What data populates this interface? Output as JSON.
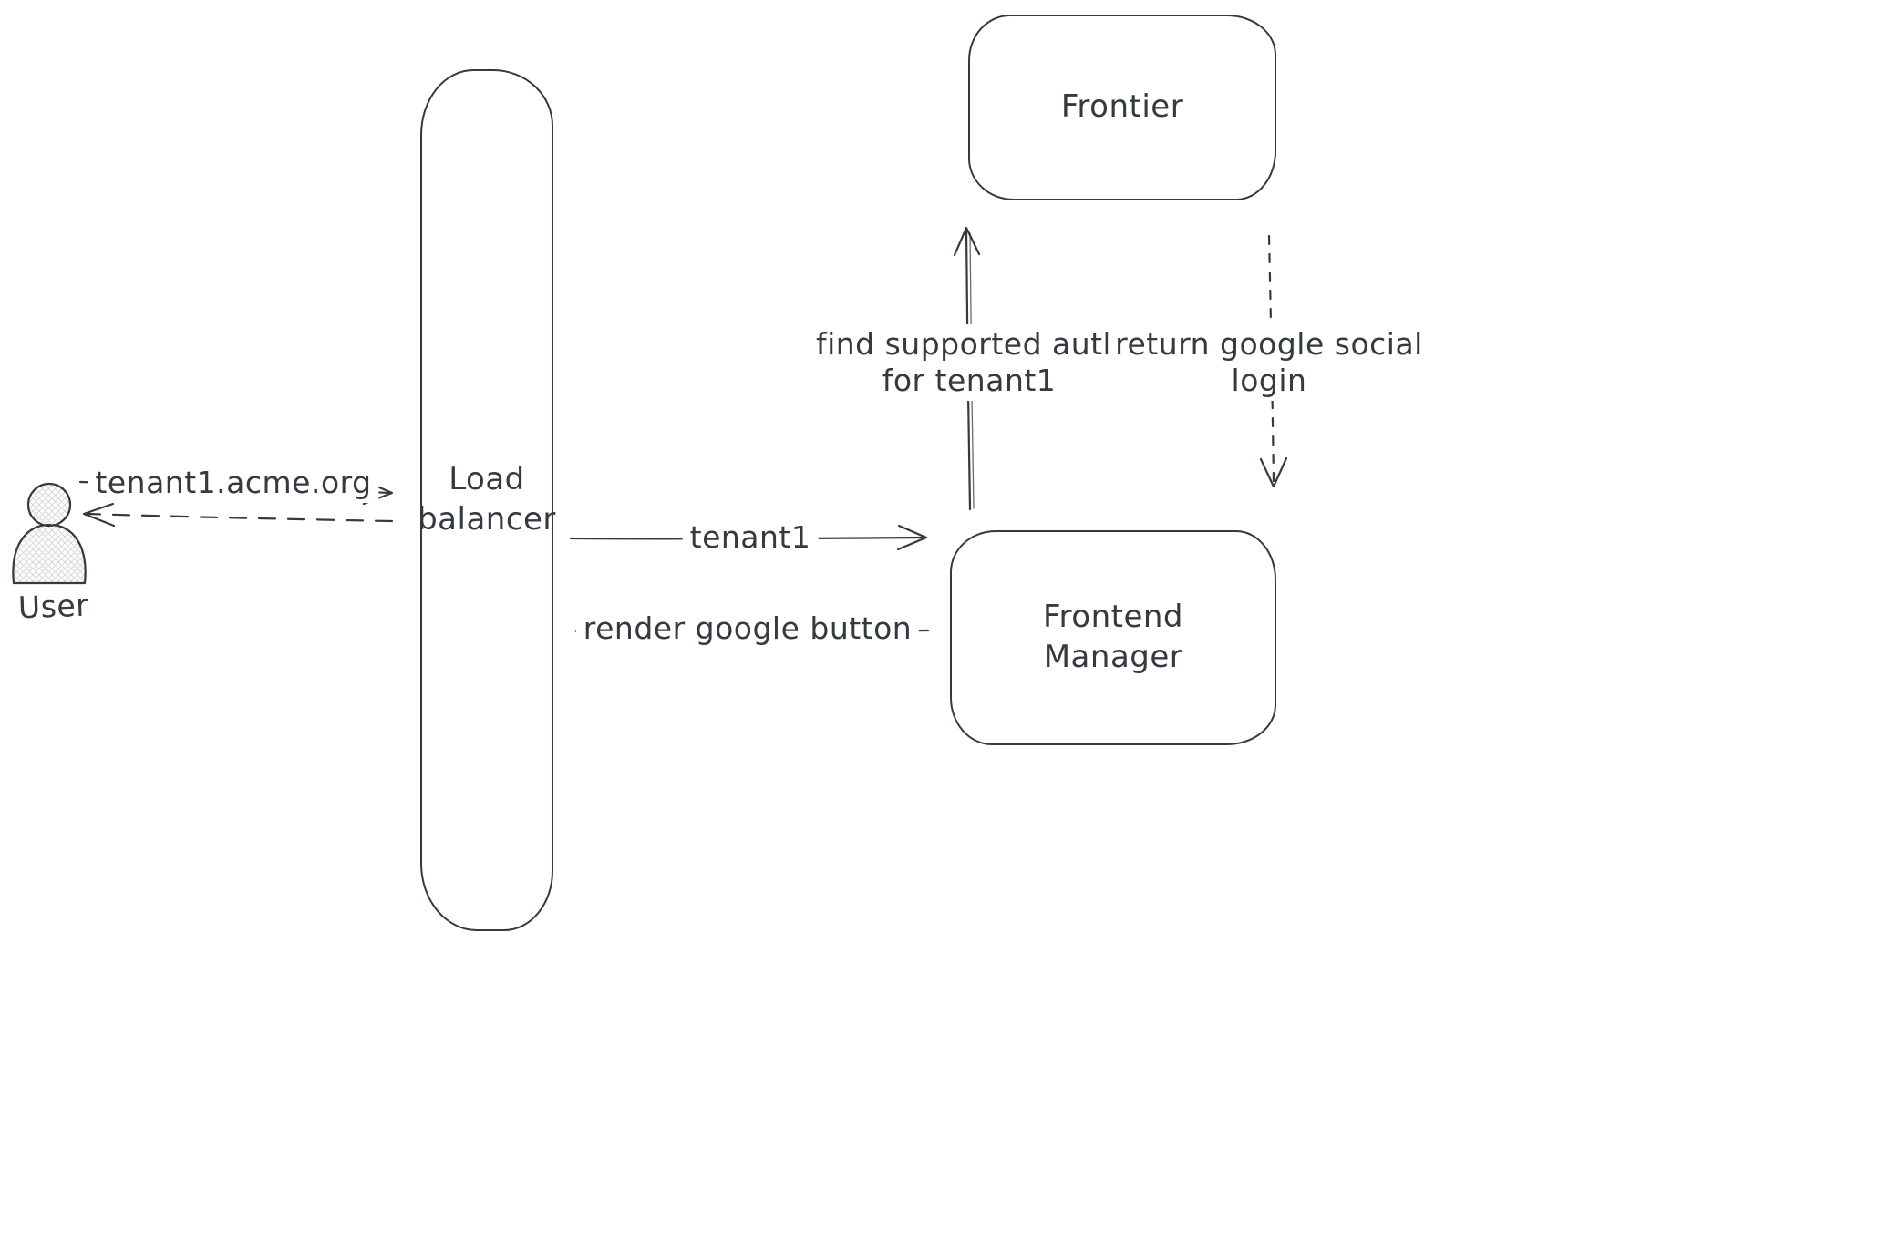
{
  "diagram": {
    "background": "#ffffff",
    "stroke_color": "#343a40",
    "hatch_color": "#d8d8d8",
    "nodes": {
      "user": {
        "type": "person",
        "label": "User"
      },
      "load_balancer": {
        "type": "rounded-rect",
        "label_line1": "Load",
        "label_line2": "balancer"
      },
      "frontier": {
        "type": "rounded-rect",
        "label": "Frontier"
      },
      "frontend_manager": {
        "type": "rounded-rect",
        "label_line1": "Frontend",
        "label_line2": "Manager"
      }
    },
    "edges": [
      {
        "from": "user",
        "to": "load_balancer",
        "style": "solid",
        "label": "tenant1.acme.org"
      },
      {
        "from": "load_balancer",
        "to": "user",
        "style": "dashed",
        "label": ""
      },
      {
        "from": "load_balancer",
        "to": "frontend_manager",
        "style": "solid",
        "label": "tenant1"
      },
      {
        "from": "frontend_manager",
        "to": "load_balancer",
        "style": "dashed",
        "label": "render google button"
      },
      {
        "from": "frontend_manager",
        "to": "frontier",
        "style": "solid",
        "label_line1": "find supported auth",
        "label_line2": "for tenant1"
      },
      {
        "from": "frontier",
        "to": "frontend_manager",
        "style": "dashed",
        "label_line1": "return google social",
        "label_line2": "login"
      }
    ]
  }
}
